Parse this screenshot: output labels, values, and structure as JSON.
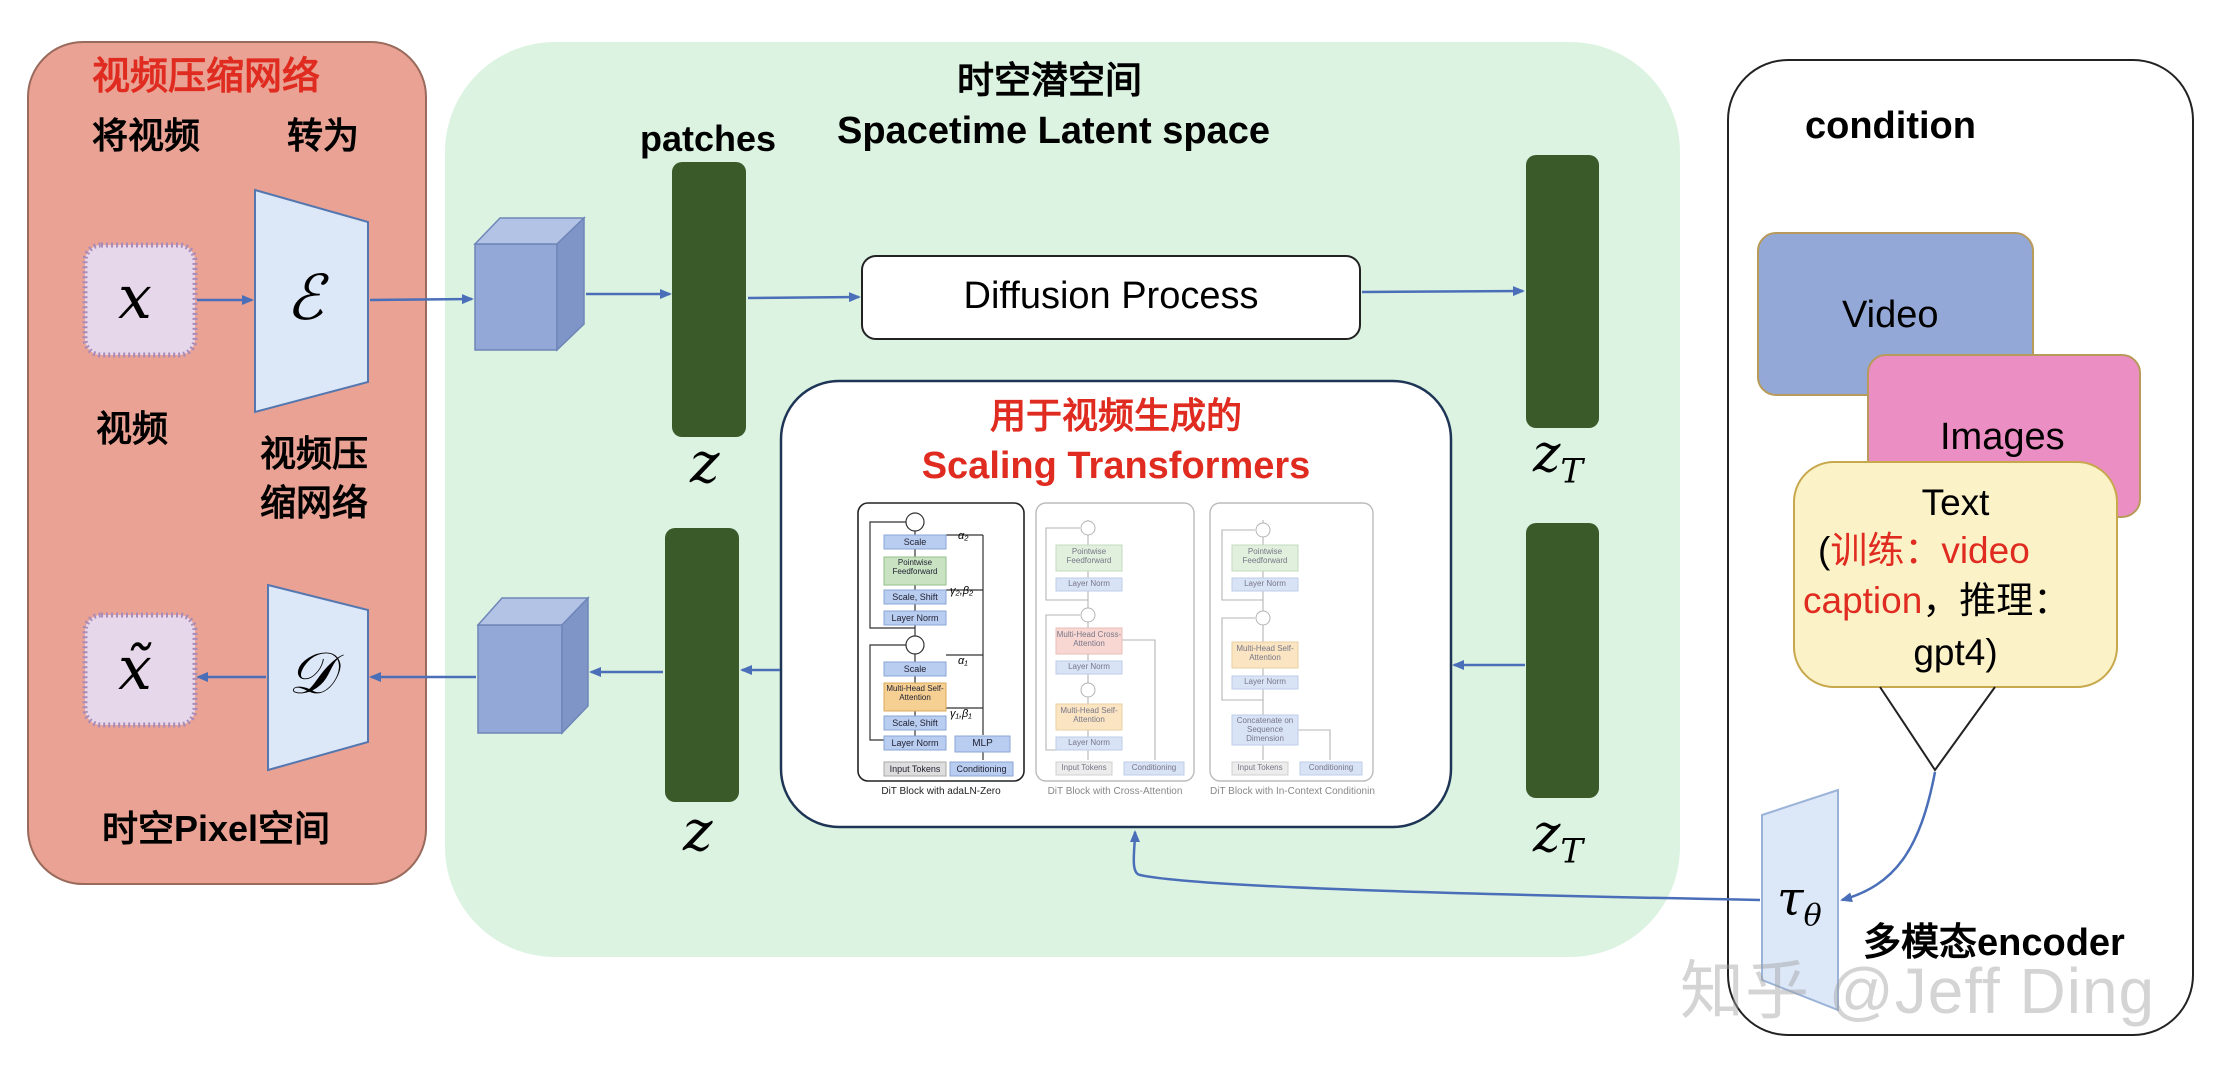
{
  "left_panel": {
    "title": "视频压缩网络",
    "subtitle_left": "将视频",
    "subtitle_right": "转为",
    "input_symbol": "x",
    "encoder_symbol": "ℰ",
    "input_label": "视频",
    "encoder_label_line1": "视频压",
    "encoder_label_line2": "缩网络",
    "output_symbol": "x̃",
    "decoder_symbol": "𝒟",
    "footer": "时空Pixel空间"
  },
  "latent_panel": {
    "title_cn": "时空潜空间",
    "title_en": "Spacetime Latent space",
    "patches_label": "patches",
    "z_top": "z",
    "z_bottom": "z",
    "zT_top": "z",
    "zT_bottom": "z",
    "zT_subscript": "T",
    "diffusion_label": "Diffusion Process",
    "transformer_title_cn": "用于视频生成的",
    "transformer_title_en": "Scaling Transformers"
  },
  "dit_blocks": [
    {
      "caption": "DiT Block with adaLN-Zero",
      "modules": [
        "Scale",
        "Pointwise Feedforward",
        "Scale, Shift",
        "Layer Norm",
        "Scale",
        "Multi-Head Self-Attention",
        "Scale, Shift",
        "Layer Norm",
        "Input Tokens",
        "MLP",
        "Conditioning"
      ],
      "params": [
        "α₂",
        "γ₂,β₂",
        "α₁",
        "γ₁,β₁"
      ]
    },
    {
      "caption": "DiT Block with Cross-Attention",
      "modules": [
        "Pointwise Feedforward",
        "Layer Norm",
        "Multi-Head Cross-Attention",
        "Layer Norm",
        "Multi-Head Self-Attention",
        "Layer Norm",
        "Input Tokens",
        "Conditioning"
      ]
    },
    {
      "caption": "DiT Block with In-Context Conditionin",
      "modules": [
        "Pointwise Feedforward",
        "Layer Norm",
        "Multi-Head Self-Attention",
        "Layer Norm",
        "Concatenate on Sequence Dimension",
        "Input Tokens",
        "Conditioning"
      ]
    }
  ],
  "condition_panel": {
    "title": "condition",
    "card_video": "Video",
    "card_images": "Images",
    "card_text_line1": "Text",
    "card_text_paren_open": "(",
    "card_text_red1": "训练：video",
    "card_text_red2": "caption",
    "card_text_after": "，推理：",
    "card_text_line4": "gpt4)",
    "tau_base": "τ",
    "tau_sub": "θ",
    "encoder_label": "多模态encoder"
  },
  "watermark": "知乎 @Jeff Ding",
  "colors": {
    "left_panel_fill": "#e9a294",
    "latent_panel_fill": "#dcf3e2",
    "latent_bar": "#3a5a2a",
    "cube_face": "#93a8d6",
    "arrow": "#4a6fb8",
    "accent_red": "#e02c20",
    "video_card": "#93a8d6",
    "images_card": "#eb8ec4",
    "text_card": "#fcf2c8",
    "encoder_trapezoid": "#dce7f7"
  }
}
